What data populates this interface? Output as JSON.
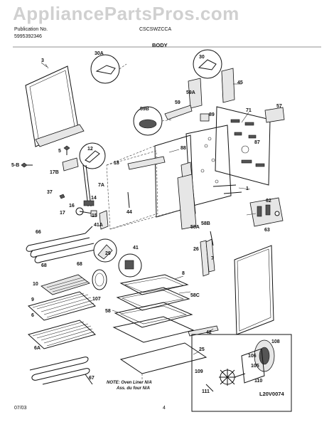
{
  "watermark": "AppliancePartsPros.com",
  "header": {
    "publication_label": "Publication No.",
    "publication_number": "5995392346",
    "model": "CSCSWZCCA",
    "section_title": "BODY"
  },
  "callouts": [
    "3",
    "30A",
    "30",
    "45",
    "59A",
    "59",
    "59B",
    "89",
    "71",
    "57",
    "5",
    "88",
    "87",
    "18",
    "12",
    "5-B",
    "17B",
    "7A",
    "1",
    "37",
    "14",
    "16",
    "17",
    "15",
    "62",
    "63",
    "44",
    "41A",
    "58A",
    "58B",
    "66",
    "29",
    "26",
    "7",
    "41",
    "68",
    "8",
    "10",
    "6",
    "107",
    "58C",
    "58",
    "9",
    "42",
    "6A",
    "25",
    "108",
    "106",
    "105",
    "109",
    "110",
    "111",
    "67"
  ],
  "note": {
    "line1": "NOTE: Oven Liner N/A",
    "line2": "Ass. du four N/A"
  },
  "diagram_code": "L20V0074",
  "footer": {
    "date": "07/03",
    "page": "4"
  }
}
